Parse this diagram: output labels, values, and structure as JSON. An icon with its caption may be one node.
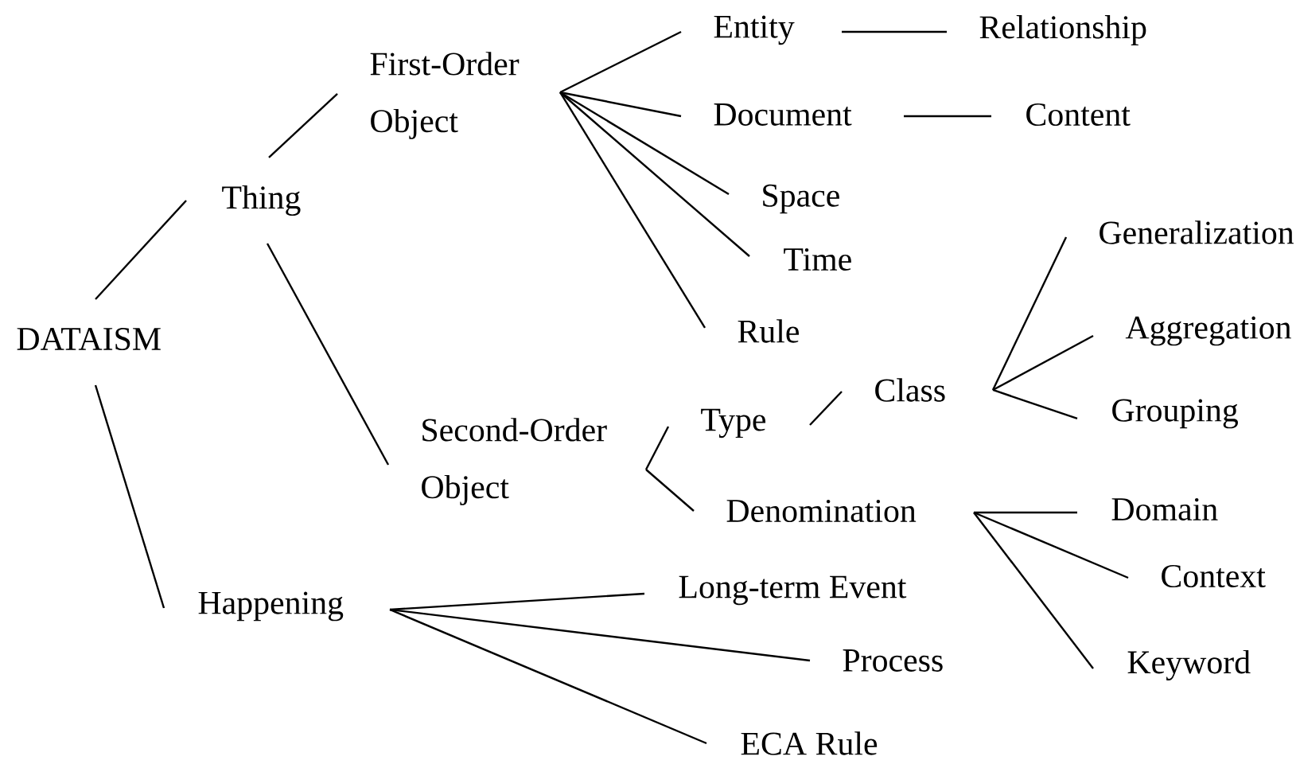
{
  "diagram": {
    "nodes": [
      {
        "text": [
          "DATAISM"
        ]
      },
      {
        "text": [
          "Thing"
        ]
      },
      {
        "text": [
          "First-Order Object"
        ]
      },
      {
        "text": [
          "Entity"
        ]
      },
      {
        "text": [
          "Relationship"
        ]
      },
      {
        "text": [
          "Document"
        ]
      },
      {
        "text": [
          "Content"
        ]
      },
      {
        "text": [
          "Space"
        ]
      },
      {
        "text": [
          "Time"
        ]
      },
      {
        "text": [
          "Rule"
        ]
      },
      {
        "text": [
          "Second-Order Object"
        ]
      },
      {
        "text": [
          "Type"
        ]
      },
      {
        "text": [
          "Class"
        ]
      },
      {
        "text": [
          "Generalization"
        ]
      },
      {
        "text": [
          "Aggregation"
        ]
      },
      {
        "text": [
          "Grouping"
        ]
      },
      {
        "text": [
          "Denomination"
        ]
      },
      {
        "text": [
          "Domain"
        ]
      },
      {
        "text": [
          "Context"
        ]
      },
      {
        "text": [
          "Keyword"
        ]
      },
      {
        "text": [
          "Happening"
        ]
      },
      {
        "text": [
          "Long-term Event"
        ]
      },
      {
        "text": [
          "Process"
        ]
      },
      {
        "text": [
          "ECA Rule"
        ]
      }
    ],
    "edges": [
      {
        "from": 0,
        "to": 1,
        "arrow": "none"
      },
      {
        "from": 1,
        "to": 2,
        "arrow": "none"
      },
      {
        "from": 1,
        "to": 10,
        "arrow": "none"
      },
      {
        "from": 0,
        "to": 20,
        "arrow": "none"
      },
      {
        "from": 2,
        "to": 3,
        "arrow": "none"
      },
      {
        "from": 2,
        "to": 5,
        "arrow": "none"
      },
      {
        "from": 2,
        "to": 7,
        "arrow": "none"
      },
      {
        "from": 2,
        "to": 8,
        "arrow": "none"
      },
      {
        "from": 2,
        "to": 9,
        "arrow": "none"
      },
      {
        "from": 3,
        "to": 4,
        "arrow": "none"
      },
      {
        "from": 5,
        "to": 6,
        "arrow": "none"
      },
      {
        "from": 10,
        "to": 11,
        "arrow": "none"
      },
      {
        "from": 10,
        "to": 16,
        "arrow": "none"
      },
      {
        "from": 11,
        "to": 12,
        "arrow": "none"
      },
      {
        "from": 12,
        "to": 13,
        "arrow": "none"
      },
      {
        "from": 12,
        "to": 14,
        "arrow": "none"
      },
      {
        "from": 12,
        "to": 15,
        "arrow": "none"
      },
      {
        "from": 16,
        "to": 17,
        "arrow": "none"
      },
      {
        "from": 16,
        "to": 18,
        "arrow": "none"
      },
      {
        "from": 16,
        "to": 19,
        "arrow": "none"
      },
      {
        "from": 20,
        "to": 21,
        "arrow": "none"
      },
      {
        "from": 20,
        "to": 22,
        "arrow": "none"
      },
      {
        "from": 20,
        "to": 23,
        "arrow": "none"
      }
    ]
  }
}
